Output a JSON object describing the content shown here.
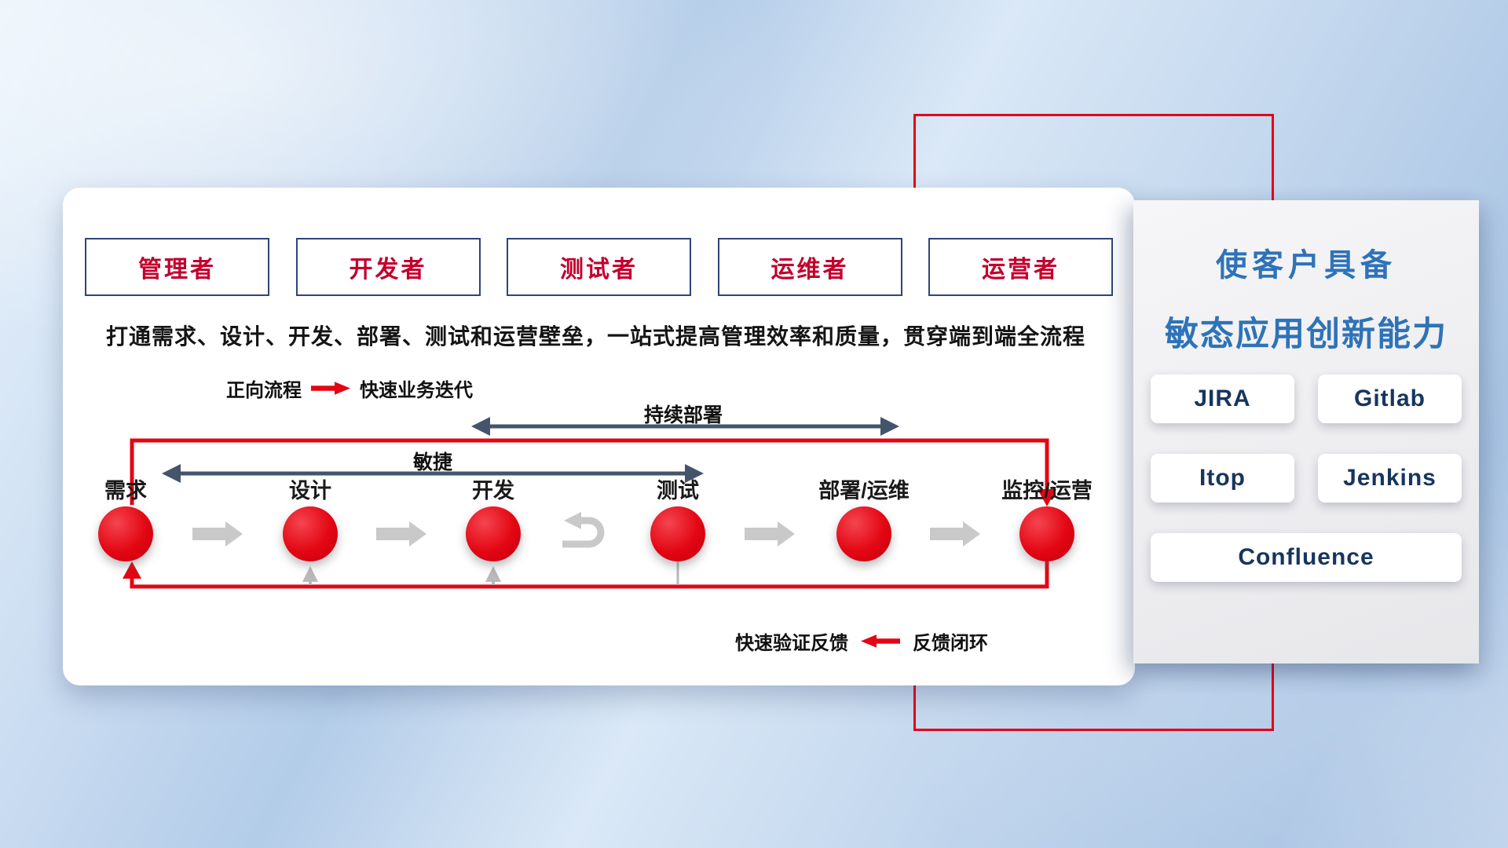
{
  "card": {
    "roles": [
      "管理者",
      "开发者",
      "测试者",
      "运维者",
      "运营者"
    ],
    "description": "打通需求、设计、开发、部署、测试和运营壁垒，一站式提高管理效率和质量，贯穿端到端全流程",
    "forward_legend": {
      "label": "正向流程",
      "value": "快速业务迭代"
    },
    "flow": {
      "stages": [
        "需求",
        "设计",
        "开发",
        "测试",
        "部署/运维",
        "监控/运营"
      ],
      "agile_label": "敏捷",
      "continuous_deployment_label": "持续部署"
    },
    "feedback_legend": {
      "value": "快速验证反馈",
      "label": "反馈闭环"
    }
  },
  "panel": {
    "title_line1": "使客户具备",
    "title_line2": "敏态应用创新能力",
    "tools": [
      "JIRA",
      "Gitlab",
      "Itop",
      "Jenkins",
      "Confluence"
    ]
  },
  "colors": {
    "accent_red": "#e30613",
    "role_border_navy": "#31437a",
    "role_text_red": "#c3002d",
    "title_blue": "#2e73b8",
    "tool_text_navy": "#17355e",
    "dark_span_arrow": "#44546a",
    "step_arrow_gray": "#c9c9c9"
  },
  "icons": {
    "forward_arrow": "red-right-arrow",
    "feedback_arrow": "red-left-arrow",
    "iteration_loop": "gray-u-turn-arrow"
  }
}
